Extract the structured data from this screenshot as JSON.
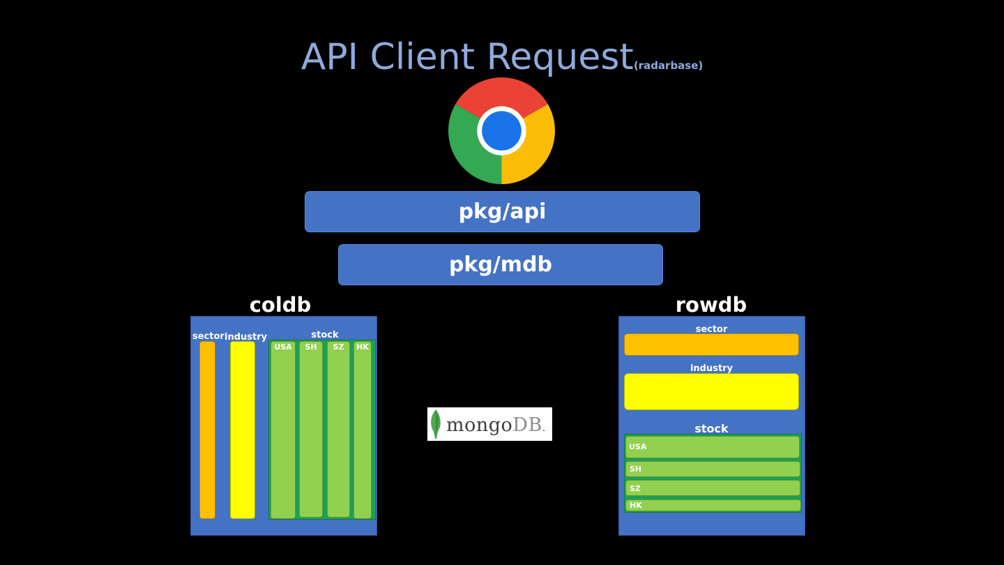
{
  "title": {
    "main": "API Client Request",
    "sub": "(radarbase)"
  },
  "logo": {
    "icon": "chrome-icon"
  },
  "layers": {
    "api": "pkg/api",
    "mdb": "pkg/mdb"
  },
  "coldb": {
    "heading": "coldb",
    "sector": "sector",
    "industry": "industry",
    "stock": "stock",
    "markets": [
      "USA",
      "SH",
      "SZ",
      "HK"
    ]
  },
  "rowdb": {
    "heading": "rowdb",
    "sector": "sector",
    "industry": "industry",
    "stock": "stock",
    "markets": [
      "USA",
      "SH",
      "SZ",
      "HK"
    ]
  },
  "mongodb": {
    "icon": "mongodb-leaf-icon",
    "text_main": "mongo",
    "text_db": "DB",
    "dot": "."
  },
  "colors": {
    "background": "#000000",
    "title": "#8faadc",
    "bar": "#4472c4",
    "sector": "#ffc000",
    "industry": "#ffff00",
    "stock": "#92d050"
  }
}
